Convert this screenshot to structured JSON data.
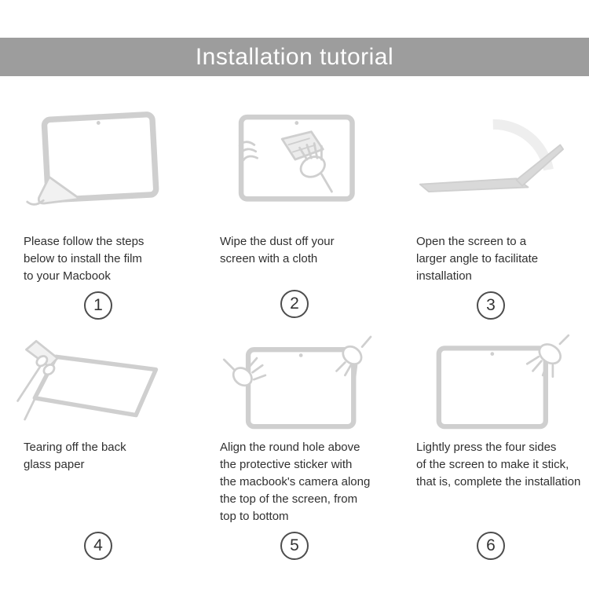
{
  "header": {
    "title": "Installation tutorial"
  },
  "steps": [
    {
      "number": "1",
      "icon": "film-peel-illustration",
      "text": "Please follow the steps\nbelow to install the film\nto your Macbook"
    },
    {
      "number": "2",
      "icon": "wipe-screen-cloth-illustration",
      "text": "Wipe the dust off your\nscreen with a cloth"
    },
    {
      "number": "3",
      "icon": "open-laptop-angle-illustration",
      "text": "Open the screen to a\nlarger angle to facilitate\ninstallation"
    },
    {
      "number": "4",
      "icon": "tear-back-paper-illustration",
      "text": "Tearing off the back\nglass paper"
    },
    {
      "number": "5",
      "icon": "align-film-to-camera-illustration",
      "text": "Align the round hole above\nthe protective sticker with\nthe macbook's camera along\nthe top of the screen, from\ntop to bottom"
    },
    {
      "number": "6",
      "icon": "press-screen-edges-illustration",
      "text": "Lightly press the four sides\nof the screen to make it stick,\nthat is, complete the installation"
    }
  ],
  "colors": {
    "header_bg": "#9d9d9d",
    "header_text": "#ffffff",
    "illustration_gray": "#cfcfcf",
    "body_text": "#303030"
  }
}
